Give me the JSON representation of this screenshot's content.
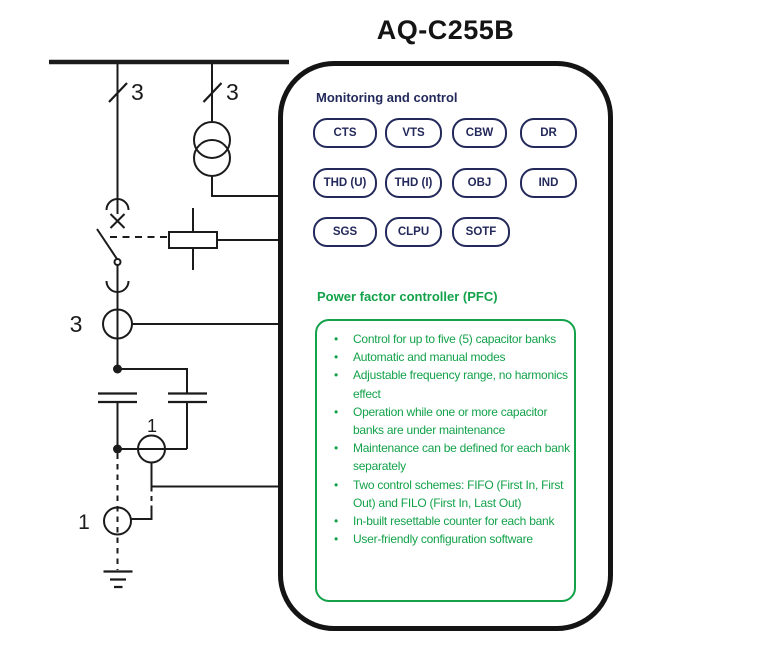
{
  "title": "AQ-C255B",
  "device": {
    "monitoring": {
      "heading": "Monitoring and control",
      "buttons": [
        "CTS",
        "VTS",
        "CBW",
        "DR",
        "THD (U)",
        "THD (I)",
        "OBJ",
        "IND",
        "SGS",
        "CLPU",
        "SOTF"
      ]
    },
    "pfc": {
      "heading": "Power factor controller (PFC)",
      "items": [
        "Control for up to five (5) capacitor banks",
        "Automatic and manual modes",
        "Adjustable frequency range, no harmonics effect",
        "Operation while one or more capacitor banks are under maintenance",
        "Maintenance can be defined for each bank separately",
        "Two control schemes: FIFO (First In, First Out) and FILO (First In, Last Out)",
        "In-built resettable counter for each bank",
        "User-friendly configuration software"
      ]
    }
  },
  "diagram": {
    "labels": {
      "feeder_phase_count": "3",
      "vt_phase_count": "3",
      "ct_phase_count": "3",
      "capacitor_ct_phase_count": "1",
      "unbalance_ct_phase_count": "1"
    }
  },
  "colors": {
    "navy": "#23295a",
    "green": "#13a24a",
    "line_black": "#1b1b1b"
  }
}
